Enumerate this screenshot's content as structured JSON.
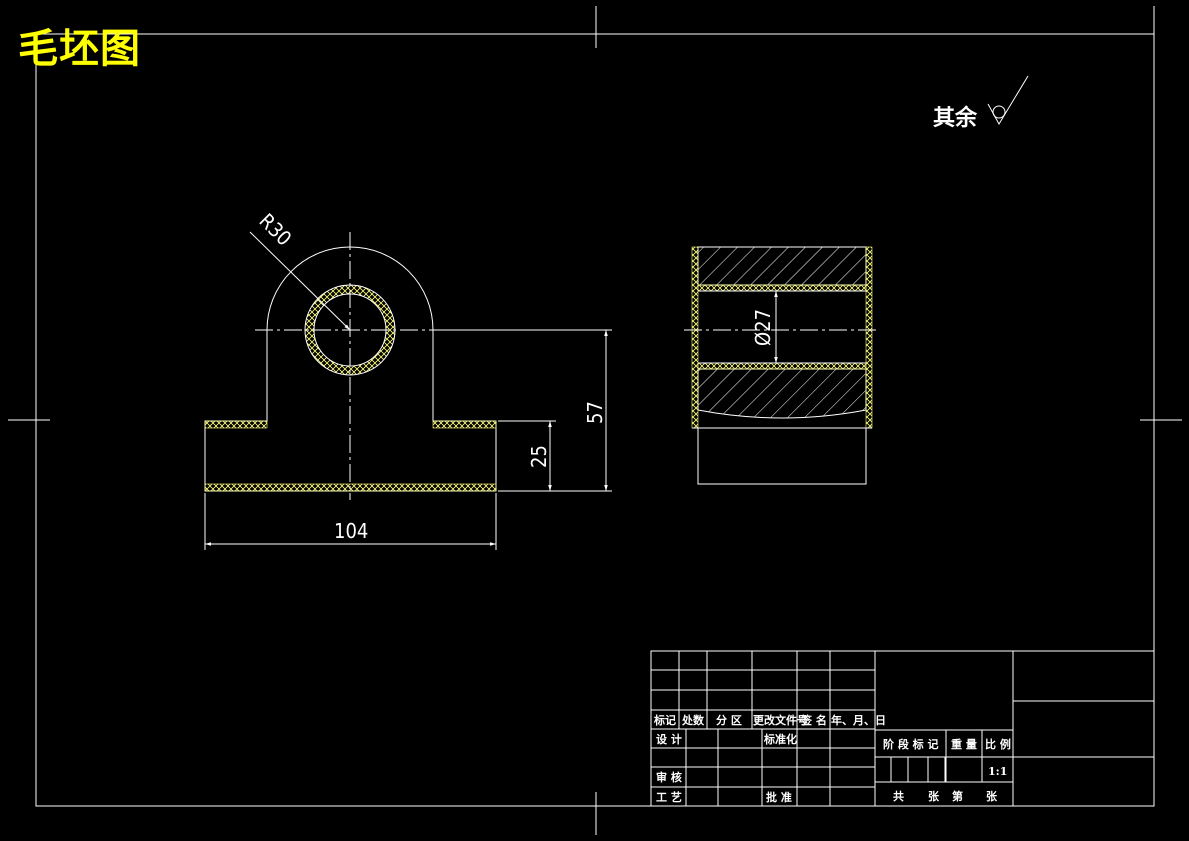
{
  "drawing": {
    "title": "毛坯图",
    "roughness_note": "其余"
  },
  "dimensions": {
    "radius": "R30",
    "height_total": "57",
    "height_base": "25",
    "width_base": "104",
    "bore_dia": "Ø27"
  },
  "title_block": {
    "header": [
      "标记",
      "处数",
      "分 区",
      "更改文件号",
      "签 名",
      "年、月、日"
    ],
    "design": "设 计",
    "standardize": "标准化",
    "review": "审 核",
    "process": "工 艺",
    "approve": "批 准",
    "stage_mark": "阶 段 标 记",
    "weight": "重 量",
    "scale_label": "比 例",
    "scale_value": "1:1",
    "total": "共",
    "sheets1": "张",
    "page": "第",
    "sheets2": "张"
  },
  "colors": {
    "background": "#000000",
    "line": "#ffffff",
    "title": "#ffff00",
    "hatch_cross": "#ffff80"
  }
}
